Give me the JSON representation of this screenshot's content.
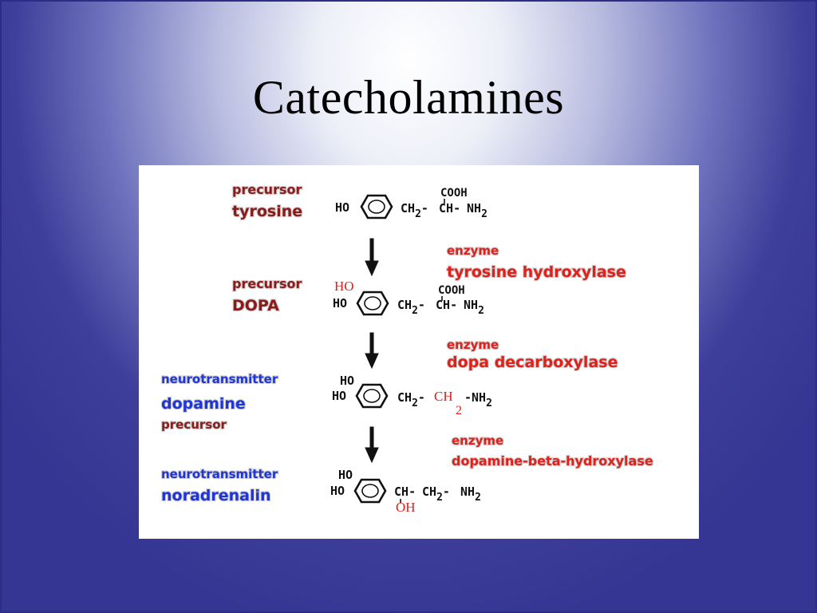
{
  "slide": {
    "title": "Catecholamines"
  },
  "steps": [
    {
      "role": "precursor",
      "name": "tyrosine",
      "formula": {
        "left": "HO",
        "chain": "CH",
        "chain_sub": "2",
        "alpha": "CH",
        "top_group": "COOH",
        "end": "NH",
        "end_sub": "2"
      }
    },
    {
      "role": "precursor",
      "name": "DOPA",
      "formula": {
        "added_hydroxyl": "HO",
        "left": "HO",
        "chain": "CH",
        "chain_sub": "2",
        "alpha": "CH",
        "top_group": "COOH",
        "end": "NH",
        "end_sub": "2"
      }
    },
    {
      "role": "neurotransmitter",
      "name": "dopamine",
      "secondary_role": "precursor",
      "formula": {
        "upper_hydroxyl": "HO",
        "left": "HO",
        "chain": "CH",
        "chain_sub": "2",
        "changed_group": "CH",
        "changed_group_sub": "2",
        "end": "NH",
        "end_sub": "2"
      }
    },
    {
      "role": "neurotransmitter",
      "name": "noradrenalin",
      "formula": {
        "upper_hydroxyl": "HO",
        "left": "HO",
        "beta": "CH",
        "chain": "CH",
        "chain_sub": "2",
        "end": "NH",
        "end_sub": "2",
        "added_hydroxyl": "OH"
      }
    }
  ],
  "enzymes": [
    {
      "label": "enzyme",
      "name": "tyrosine hydroxylase"
    },
    {
      "label": "enzyme",
      "name": "dopa decarboxylase"
    },
    {
      "label": "enzyme",
      "name": "dopamine-beta-hydroxylase"
    }
  ],
  "colors": {
    "label_dark": "#8b1a1a",
    "label_blue": "#1f35d6",
    "label_red": "#e0201a",
    "structure": "#111111",
    "background_edge": "#353593"
  }
}
